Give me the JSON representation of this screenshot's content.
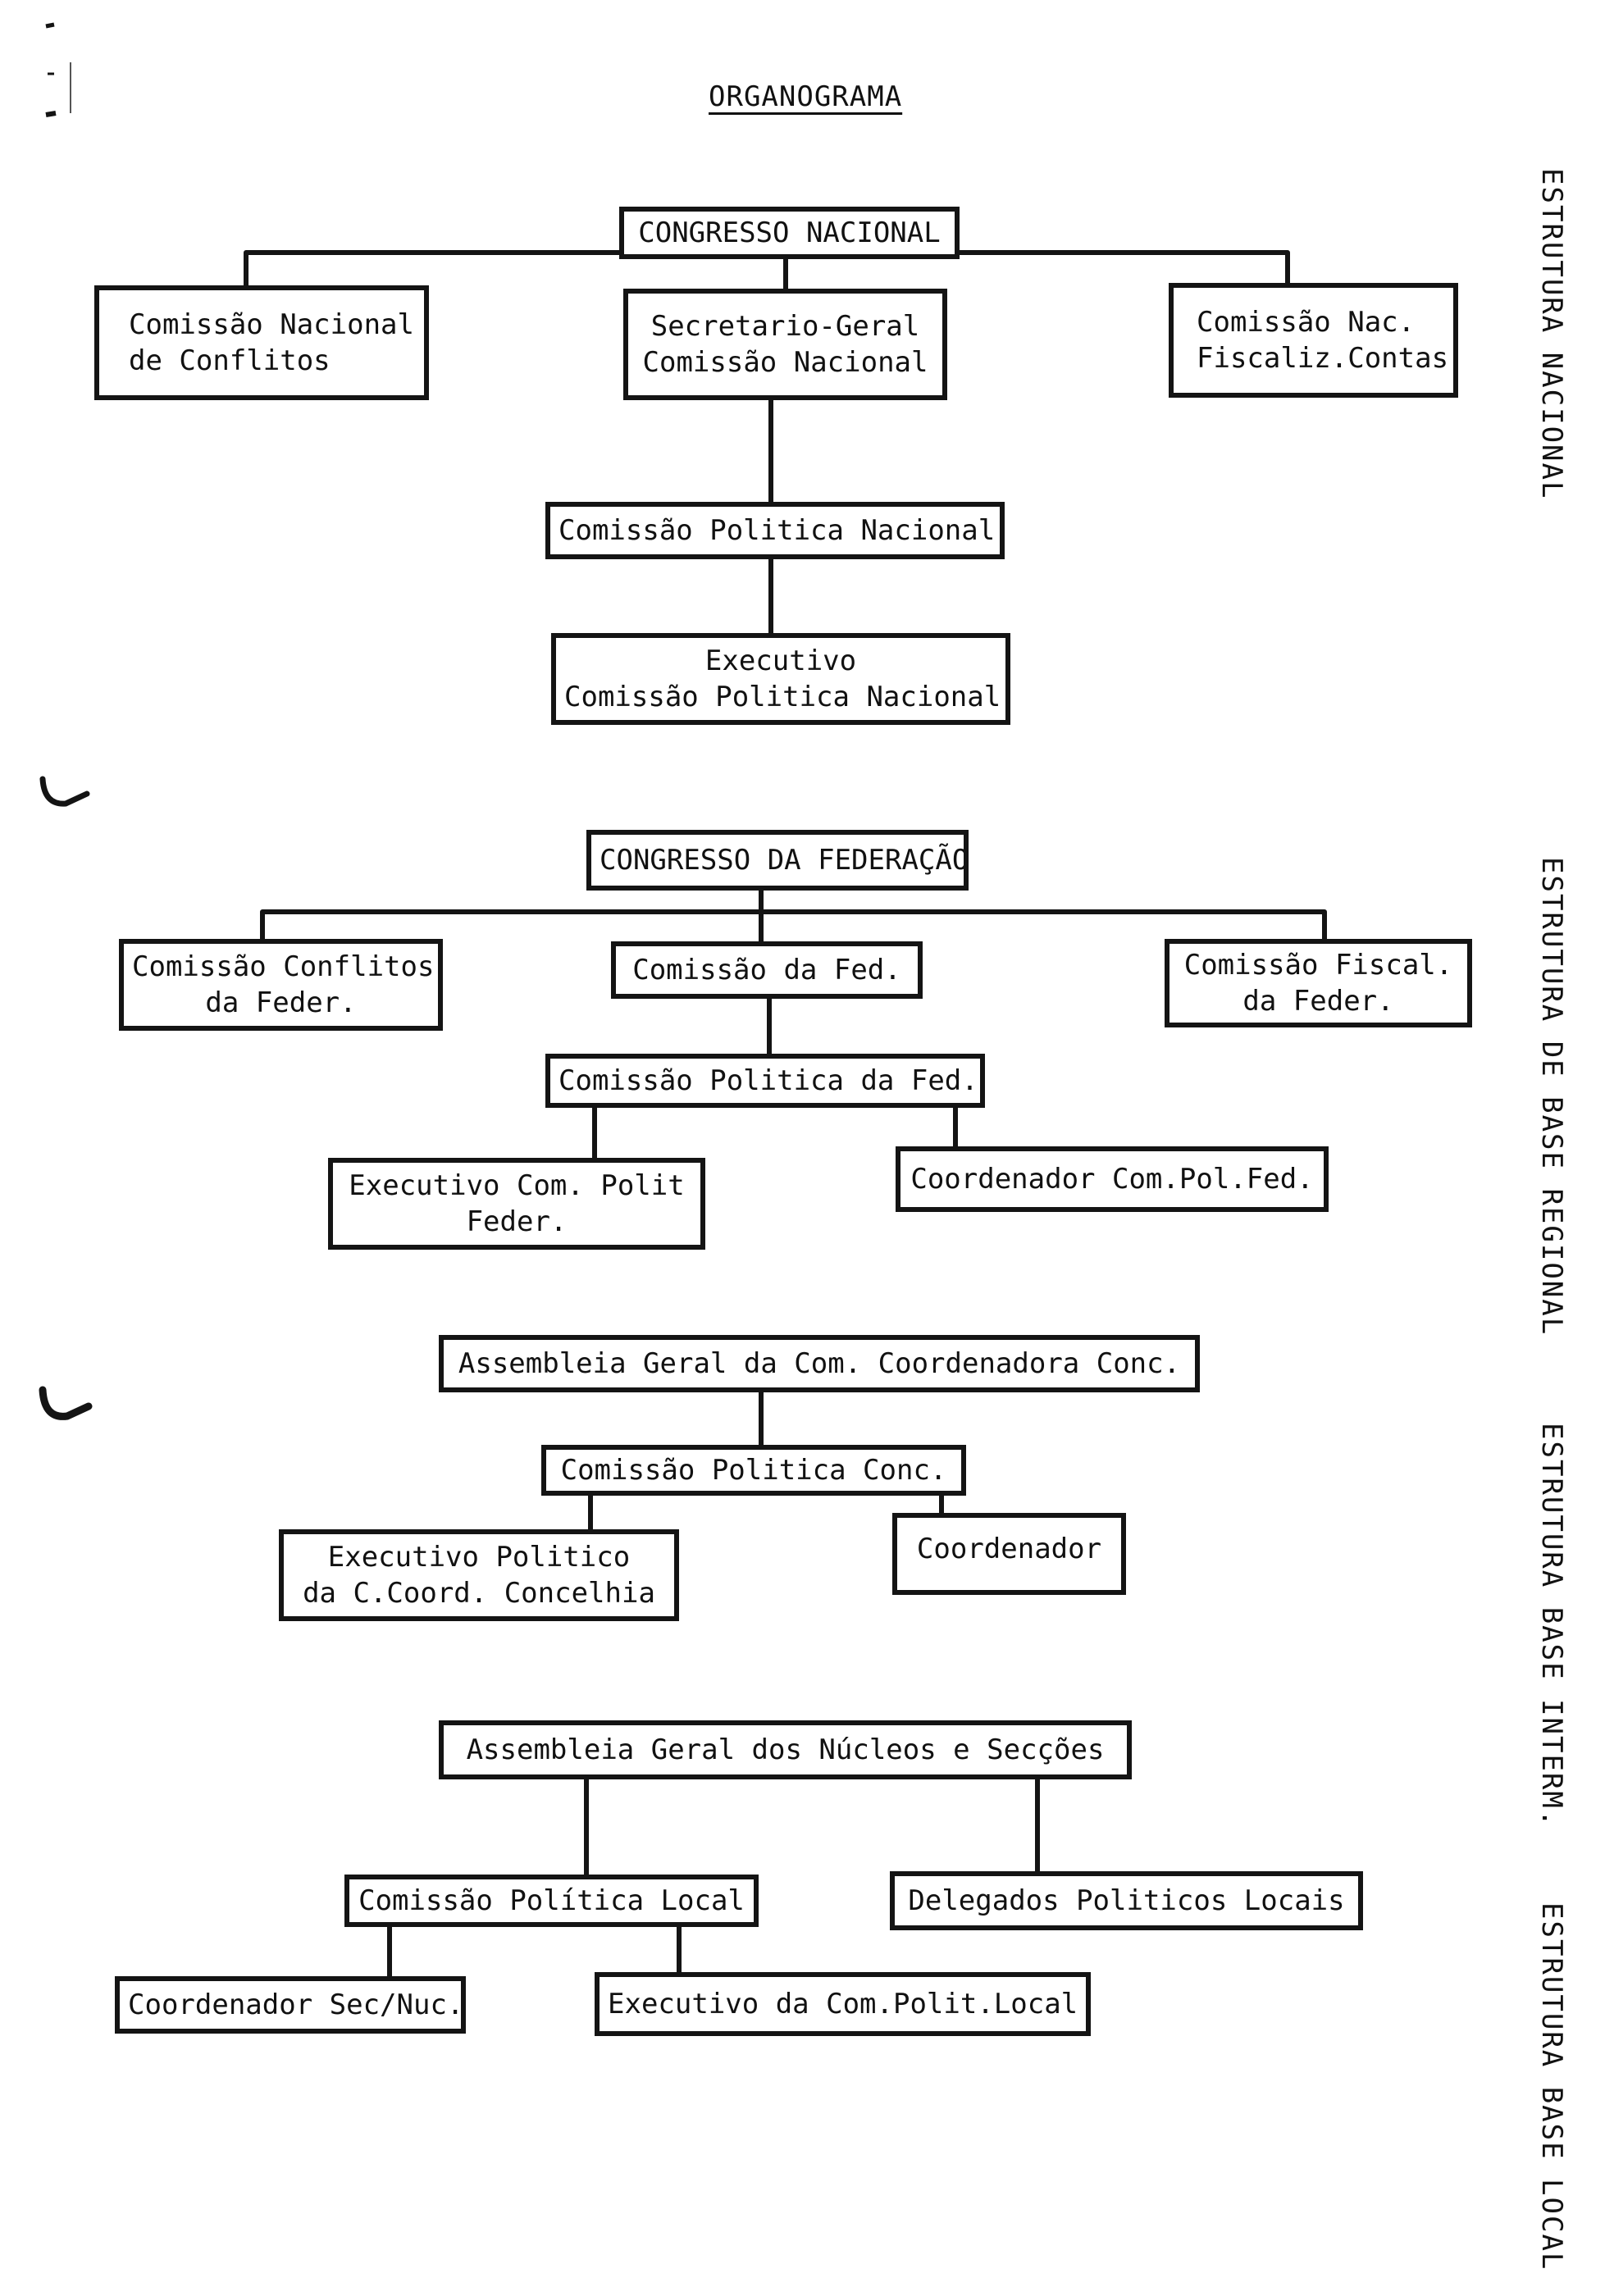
{
  "title": "ORGANOGRAMA",
  "sections": [
    {
      "label": "ESTRUTURA NACIONAL",
      "boxes": {
        "congresso_nacional": [
          "CONGRESSO NACIONAL"
        ],
        "comissao_nacional_conflitos": [
          "Comissão Nacional",
          "de Conflitos"
        ],
        "secretario_geral": [
          "Secretario-Geral",
          "Comissão Nacional"
        ],
        "comissao_nac_fiscaliz": [
          "Comissão Nac.",
          "Fiscaliz.Contas"
        ],
        "comissao_politica_nacional": [
          "Comissão Politica Nacional"
        ],
        "executivo_cpn": [
          "Executivo",
          "Comissão Politica Nacional"
        ]
      }
    },
    {
      "label": "ESTRUTURA DE BASE REGIONAL",
      "boxes": {
        "congresso_federacao": [
          "CONGRESSO DA FEDERAÇÃO"
        ],
        "comissao_conflitos_feder": [
          "Comissão Conflitos",
          "da Feder."
        ],
        "comissao_da_fed": [
          "Comissão da Fed."
        ],
        "comissao_fiscal_feder": [
          "Comissão Fiscal.",
          "da Feder."
        ],
        "comissao_politica_fed": [
          "Comissão Politica da Fed."
        ],
        "executivo_com_polit_feder": [
          "Executivo Com. Polit",
          "Feder."
        ],
        "coordenador_com_pol_fed": [
          "Coordenador Com.Pol.Fed."
        ]
      }
    },
    {
      "label": "ESTRUTURA BASE INTERM.",
      "boxes": {
        "assembleia_geral_ccc": [
          "Assembleia Geral da Com. Coordenadora Conc."
        ],
        "comissao_politica_conc": [
          "Comissão Politica Conc."
        ],
        "executivo_politico_ccc": [
          "Executivo Politico",
          "da C.Coord. Concelhia"
        ],
        "coordenador": [
          "Coordenador"
        ]
      }
    },
    {
      "label": "ESTRUTURA BASE LOCAL",
      "boxes": {
        "assembleia_geral_nucleos": [
          "Assembleia Geral dos Núcleos e Secções"
        ],
        "comissao_politica_local": [
          "Comissão Política Local"
        ],
        "delegados_politicos_locais": [
          "Delegados Politicos Locais"
        ],
        "coordenador_sec_nuc": [
          "Coordenador Sec/Nuc."
        ],
        "executivo_com_polit_local": [
          "Executivo da Com.Polit.Local"
        ]
      }
    }
  ],
  "colors": {
    "ink": "#141414",
    "paper": "#ffffff"
  }
}
